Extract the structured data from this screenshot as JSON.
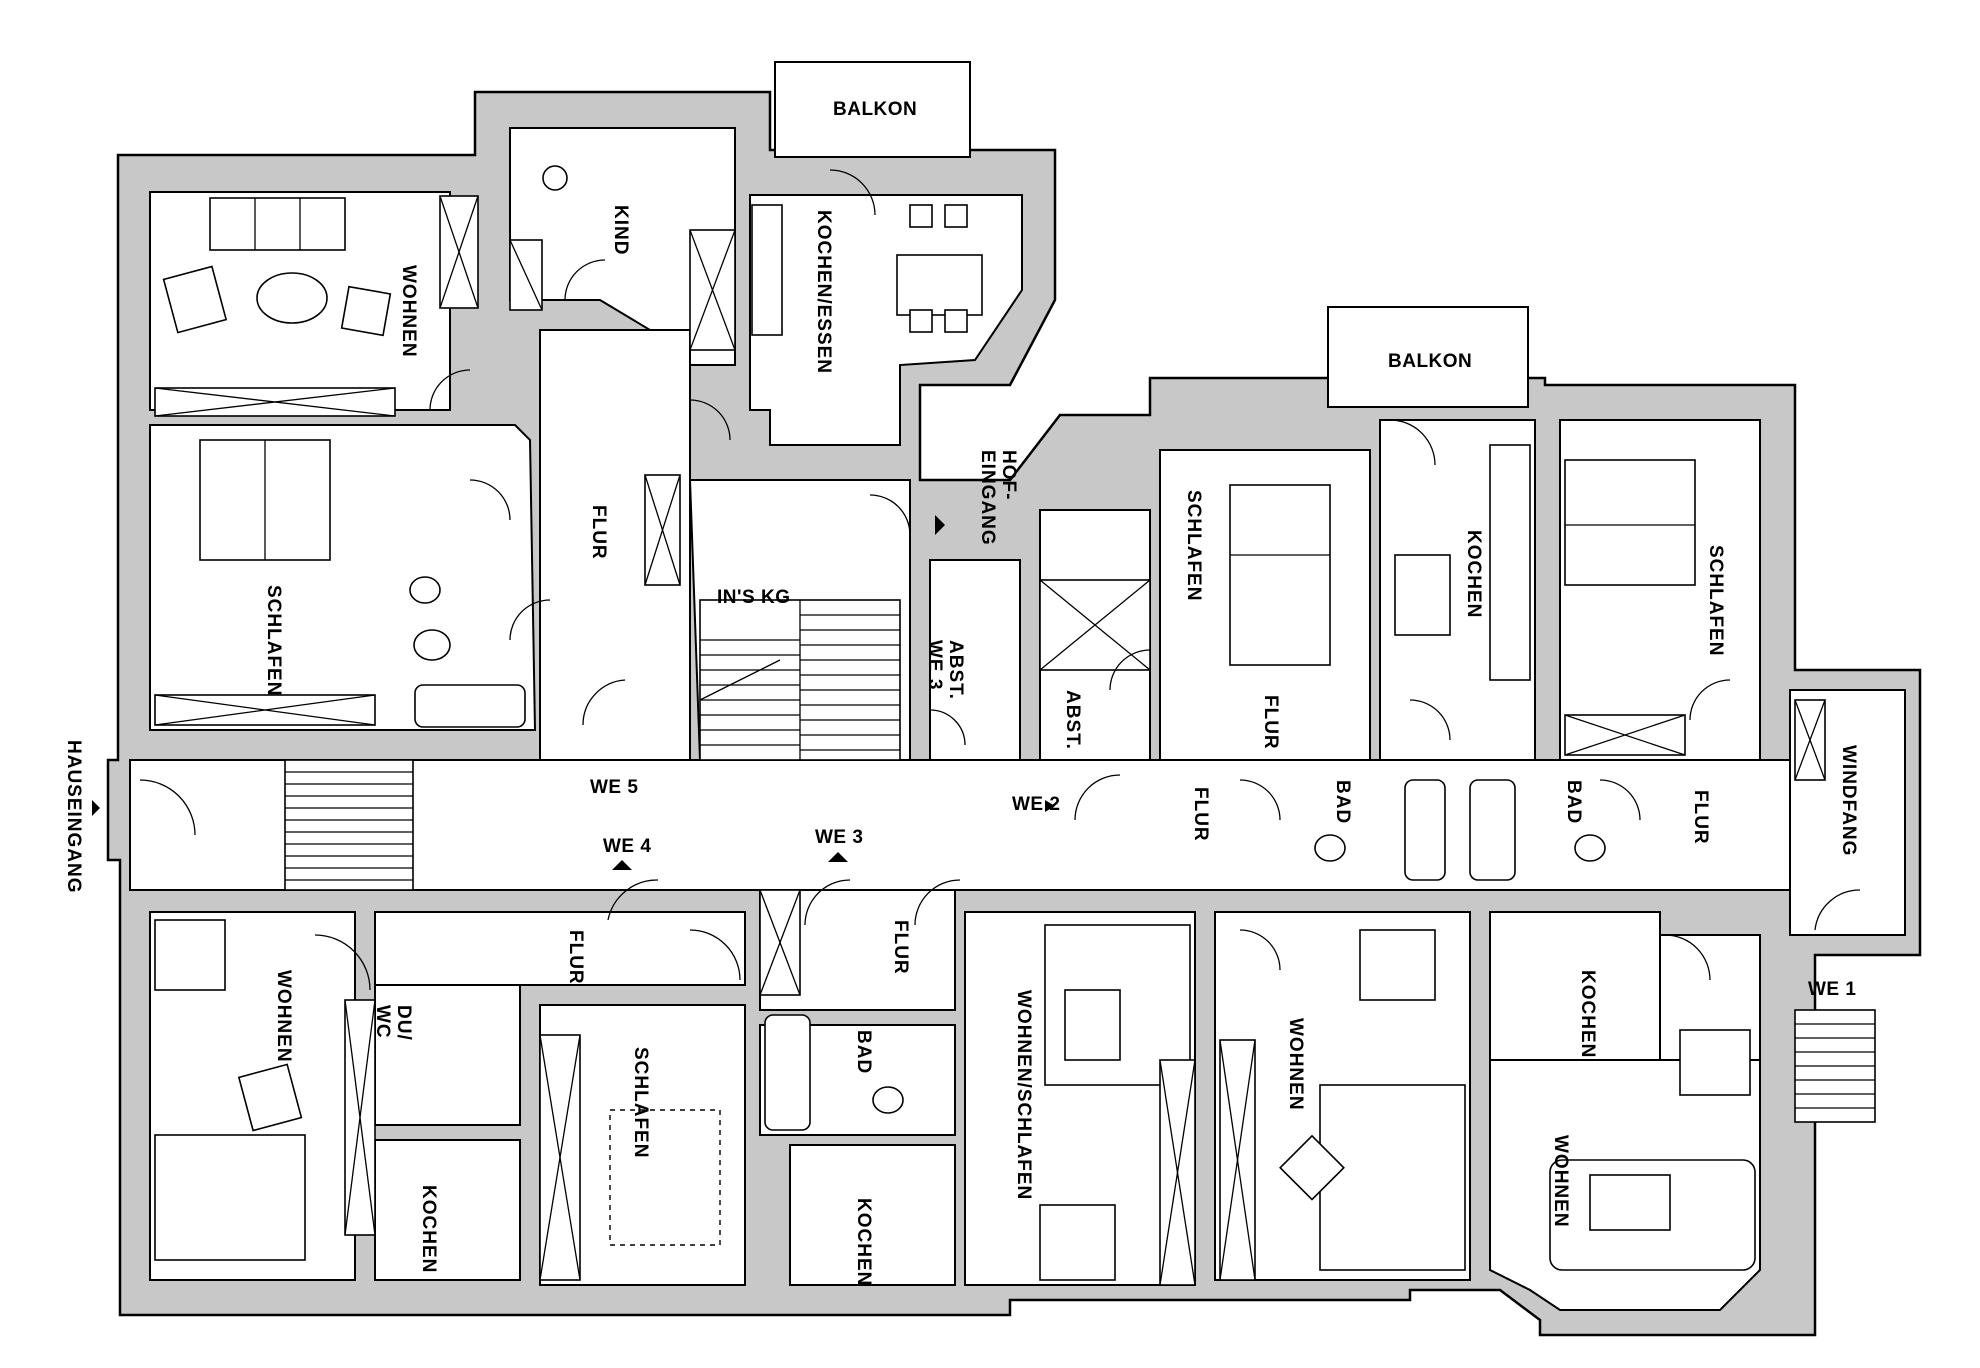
{
  "rooms": {
    "balkon_top": "BALKON",
    "kind": "KIND",
    "kochen_essen": "KOCHEN/ESSEN",
    "wohnen_nw": "WOHNEN",
    "schlafen_nw": "SCHLAFEN",
    "flur_we5": "FLUR",
    "hof_eingang": "HOF-\nEINGANG",
    "ins_kg": "IN'S KG",
    "abst_we3": "ABST.\nWE 3",
    "abst": "ABST.",
    "balkon_right": "BALKON",
    "schlafen_mid": "SCHLAFEN",
    "flur_mid": "FLUR",
    "kochen_mid": "KOCHEN",
    "schlafen_ne": "SCHLAFEN",
    "windfang": "WINDFANG",
    "hauseingang": "HAUSEINGANG",
    "flur_we2": "FLUR",
    "bad_1": "BAD",
    "bad_2": "BAD",
    "flur_we1": "FLUR",
    "wohnen_sw": "WOHNEN",
    "flur_we4": "FLUR",
    "du_wc": "DU/\nWC",
    "kochen_sw": "KOCHEN",
    "schlafen_sw": "SCHLAFEN",
    "flur_we3": "FLUR",
    "bad_we3": "BAD",
    "kochen_we3": "KOCHEN",
    "wohnen_schlafen": "WOHNEN/SCHLAFEN",
    "wohnen_s": "WOHNEN",
    "kochen_se": "KOCHEN",
    "wohnen_se": "WOHNEN"
  },
  "units": {
    "we1": "WE 1",
    "we2": "WE 2",
    "we3": "WE 3",
    "we4": "WE 4",
    "we5": "WE 5"
  }
}
